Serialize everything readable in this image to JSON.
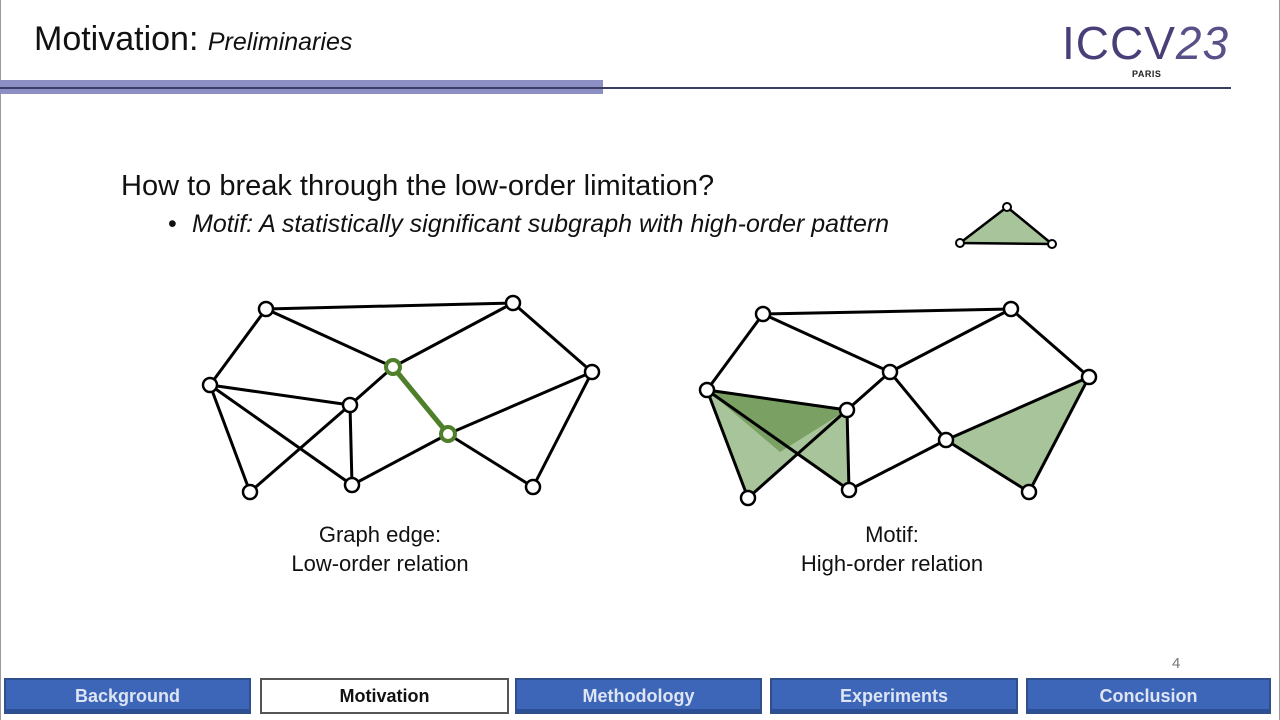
{
  "slide": {
    "title": "Motivation:",
    "subtitle": "Preliminaries",
    "logo": {
      "text": "ICCV",
      "year": "23",
      "city": "PARIS"
    },
    "question": "How to break through the low-order limitation?",
    "bullet": "Motif: A statistically significant subgraph with high-order pattern",
    "bullet_marker": "•",
    "left_caption": {
      "line1": "Graph edge:",
      "line2": "Low-order relation"
    },
    "right_caption": {
      "line1": "Motif:",
      "line2": "High-order relation"
    },
    "page_number": "4"
  },
  "colors": {
    "accent_bar": "#8c8fc3",
    "green_edge": "#4f7f2a",
    "motif_fill": "#a8c49a",
    "motif_overlap": "#7aa063",
    "nav_tab": "#3d66b8"
  },
  "nav": {
    "tabs": [
      {
        "label": "Background",
        "active": false
      },
      {
        "label": "Motivation",
        "active": true
      },
      {
        "label": "Methodology",
        "active": false
      },
      {
        "label": "Experiments",
        "active": false
      },
      {
        "label": "Conclusion",
        "active": false
      }
    ]
  }
}
